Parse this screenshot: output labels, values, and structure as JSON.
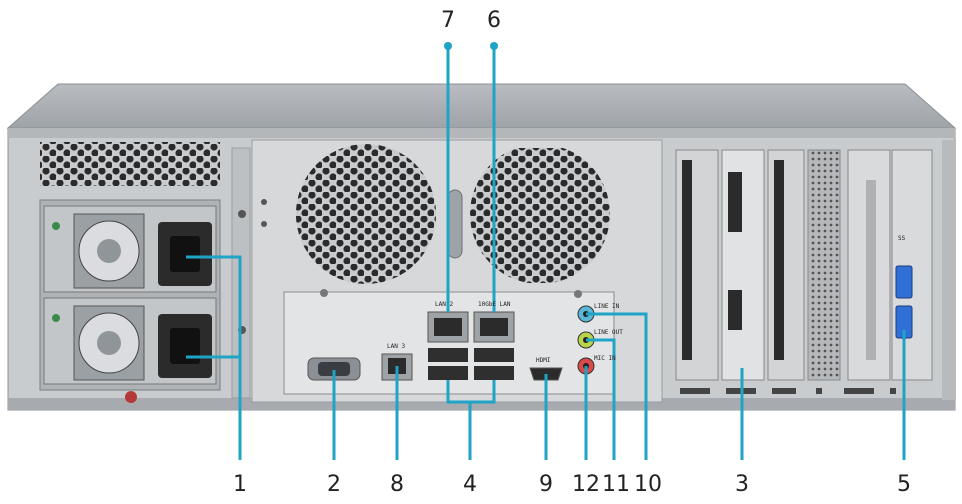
{
  "callouts": [
    {
      "id": "1",
      "label": "1"
    },
    {
      "id": "2",
      "label": "2"
    },
    {
      "id": "8",
      "label": "8"
    },
    {
      "id": "4",
      "label": "4"
    },
    {
      "id": "9",
      "label": "9"
    },
    {
      "id": "12",
      "label": "12"
    },
    {
      "id": "11",
      "label": "11"
    },
    {
      "id": "10",
      "label": "10"
    },
    {
      "id": "3",
      "label": "3"
    },
    {
      "id": "5",
      "label": "5"
    },
    {
      "id": "7",
      "label": "7"
    },
    {
      "id": "6",
      "label": "6"
    }
  ],
  "port_labels": {
    "lan2": "LAN 2",
    "mgmt": "10GbE LAN",
    "lan3": "LAN 3",
    "hdmi": "HDMI",
    "line_in": "LINE IN",
    "line_out": "LINE OUT",
    "mic_in": "MIC IN",
    "usb30": "SS"
  },
  "colors": {
    "callout_line": "#1fa3c6",
    "chassis_top": "#a9adb1",
    "chassis_front": "#c9ccce",
    "panel": "#dfe1e2",
    "vent": "#2b2b2b",
    "port_dark": "#2f2f2f",
    "usb_blue": "#2f6fd6",
    "audio_blue": "#5ab7d8",
    "audio_green": "#b7d44a",
    "audio_red": "#d94a4a"
  }
}
